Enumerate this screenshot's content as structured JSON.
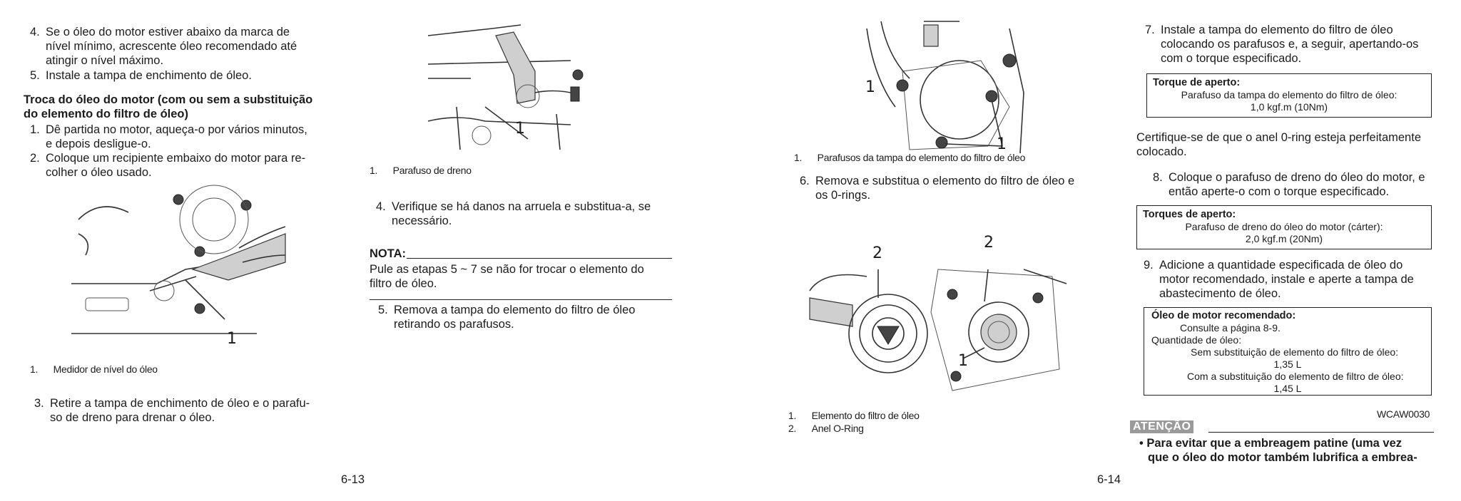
{
  "left_page": {
    "page_number": "6-13",
    "col1": {
      "step4_num": "4.",
      "step4_lines": [
        "Se o óleo do motor estiver abaixo da marca de",
        "nível mínimo, acrescente óleo recomendado até",
        "atingir o nível máximo."
      ],
      "step5_num": "5.",
      "step5_text": "Instale a tampa de enchimento de óleo.",
      "heading_lines": [
        "Troca do óleo do motor (com ou sem a substituição",
        "do elemento do filtro de óleo)"
      ],
      "step1_num": "1.",
      "step1_lines": [
        "Dê partida no motor, aqueça-o por vários minutos,",
        "e depois desligue-o."
      ],
      "step2_num": "2.",
      "step2_lines": [
        "Coloque um recipiente embaixo do motor para re-",
        "colher o óleo usado."
      ],
      "fig_callout": "1",
      "caption_num": "1.",
      "caption_text": "Medidor de nível do óleo",
      "step3_num": "3.",
      "step3_lines": [
        "Retire a tampa de enchimento de óleo e o parafu-",
        "so de dreno para drenar o óleo."
      ]
    },
    "col2": {
      "fig_callout": "1",
      "caption_num": "1.",
      "caption_text": "Parafuso de dreno",
      "step4_num": "4.",
      "step4_lines": [
        "Verifique se há danos na arruela e substitua-a, se",
        "necessário."
      ],
      "nota_label": "NOTA:",
      "nota_lines": [
        "Pule as etapas 5 ~ 7 se não for trocar o elemento do",
        "filtro de óleo."
      ],
      "step5_num": "5.",
      "step5_lines": [
        "Remova a tampa do elemento do filtro de óleo",
        "retirando os parafusos."
      ]
    }
  },
  "right_page": {
    "page_number": "6-14",
    "col1": {
      "fig1_callout_a": "1",
      "fig1_callout_b": "1",
      "fig1_caption_num": "1.",
      "fig1_caption_text": "Parafusos da tampa do elemento do filtro de óleo",
      "step6_num": "6.",
      "step6_lines": [
        "Remova e substitua o elemento do filtro de óleo e",
        "os 0-rings."
      ],
      "fig2_callout_2a": "2",
      "fig2_callout_2b": "2",
      "fig2_callout_1": "1",
      "fig2_caption1_num": "1.",
      "fig2_caption1_text": "Elemento do filtro de óleo",
      "fig2_caption2_num": "2.",
      "fig2_caption2_text": "Anel O-Ring"
    },
    "col2": {
      "step7_num": "7.",
      "step7_lines": [
        "Instale a tampa do elemento do filtro de óleo",
        "colocando os parafusos e, a seguir, apertando-os",
        "com o torque especificado."
      ],
      "torque1_title": "Torque de aperto:",
      "torque1_lines": [
        "Parafuso da tampa do elemento do filtro de óleo:",
        "1,0 kgf.m (10Nm)"
      ],
      "oring_lines": [
        "Certifique-se de que o anel 0-ring esteja perfeitamente",
        "colocado."
      ],
      "step8_num": "8.",
      "step8_lines": [
        "Coloque o parafuso de dreno do óleo do motor, e",
        "então aperte-o com o torque especificado."
      ],
      "torque2_title": "Torques de aperto:",
      "torque2_lines": [
        "Parafuso de dreno do óleo do motor (cárter):",
        "2,0 kgf.m (20Nm)"
      ],
      "step9_num": "9.",
      "step9_lines": [
        "Adicione a quantidade especificada de óleo do",
        "motor recomendado, instale e aperte a tampa de",
        "abastecimento de óleo."
      ],
      "oil_title": "Óleo de motor recomendado:",
      "oil_ref": "Consulte a página 8-9.",
      "oil_qty_label": "Quantidade de óleo:",
      "oil_without": "Sem substituição de elemento do filtro de óleo:",
      "oil_without_val": "1,35 L",
      "oil_with": "Com a substituição do elemento de filtro de óleo:",
      "oil_with_val": "1,45 L",
      "warning_code": "WCAW0030",
      "warning_label": "ATENÇÃO",
      "warning_lines": [
        "Para evitar que a embreagem patine (uma vez",
        "que o óleo do motor também lubrifica a embrea-"
      ]
    }
  }
}
